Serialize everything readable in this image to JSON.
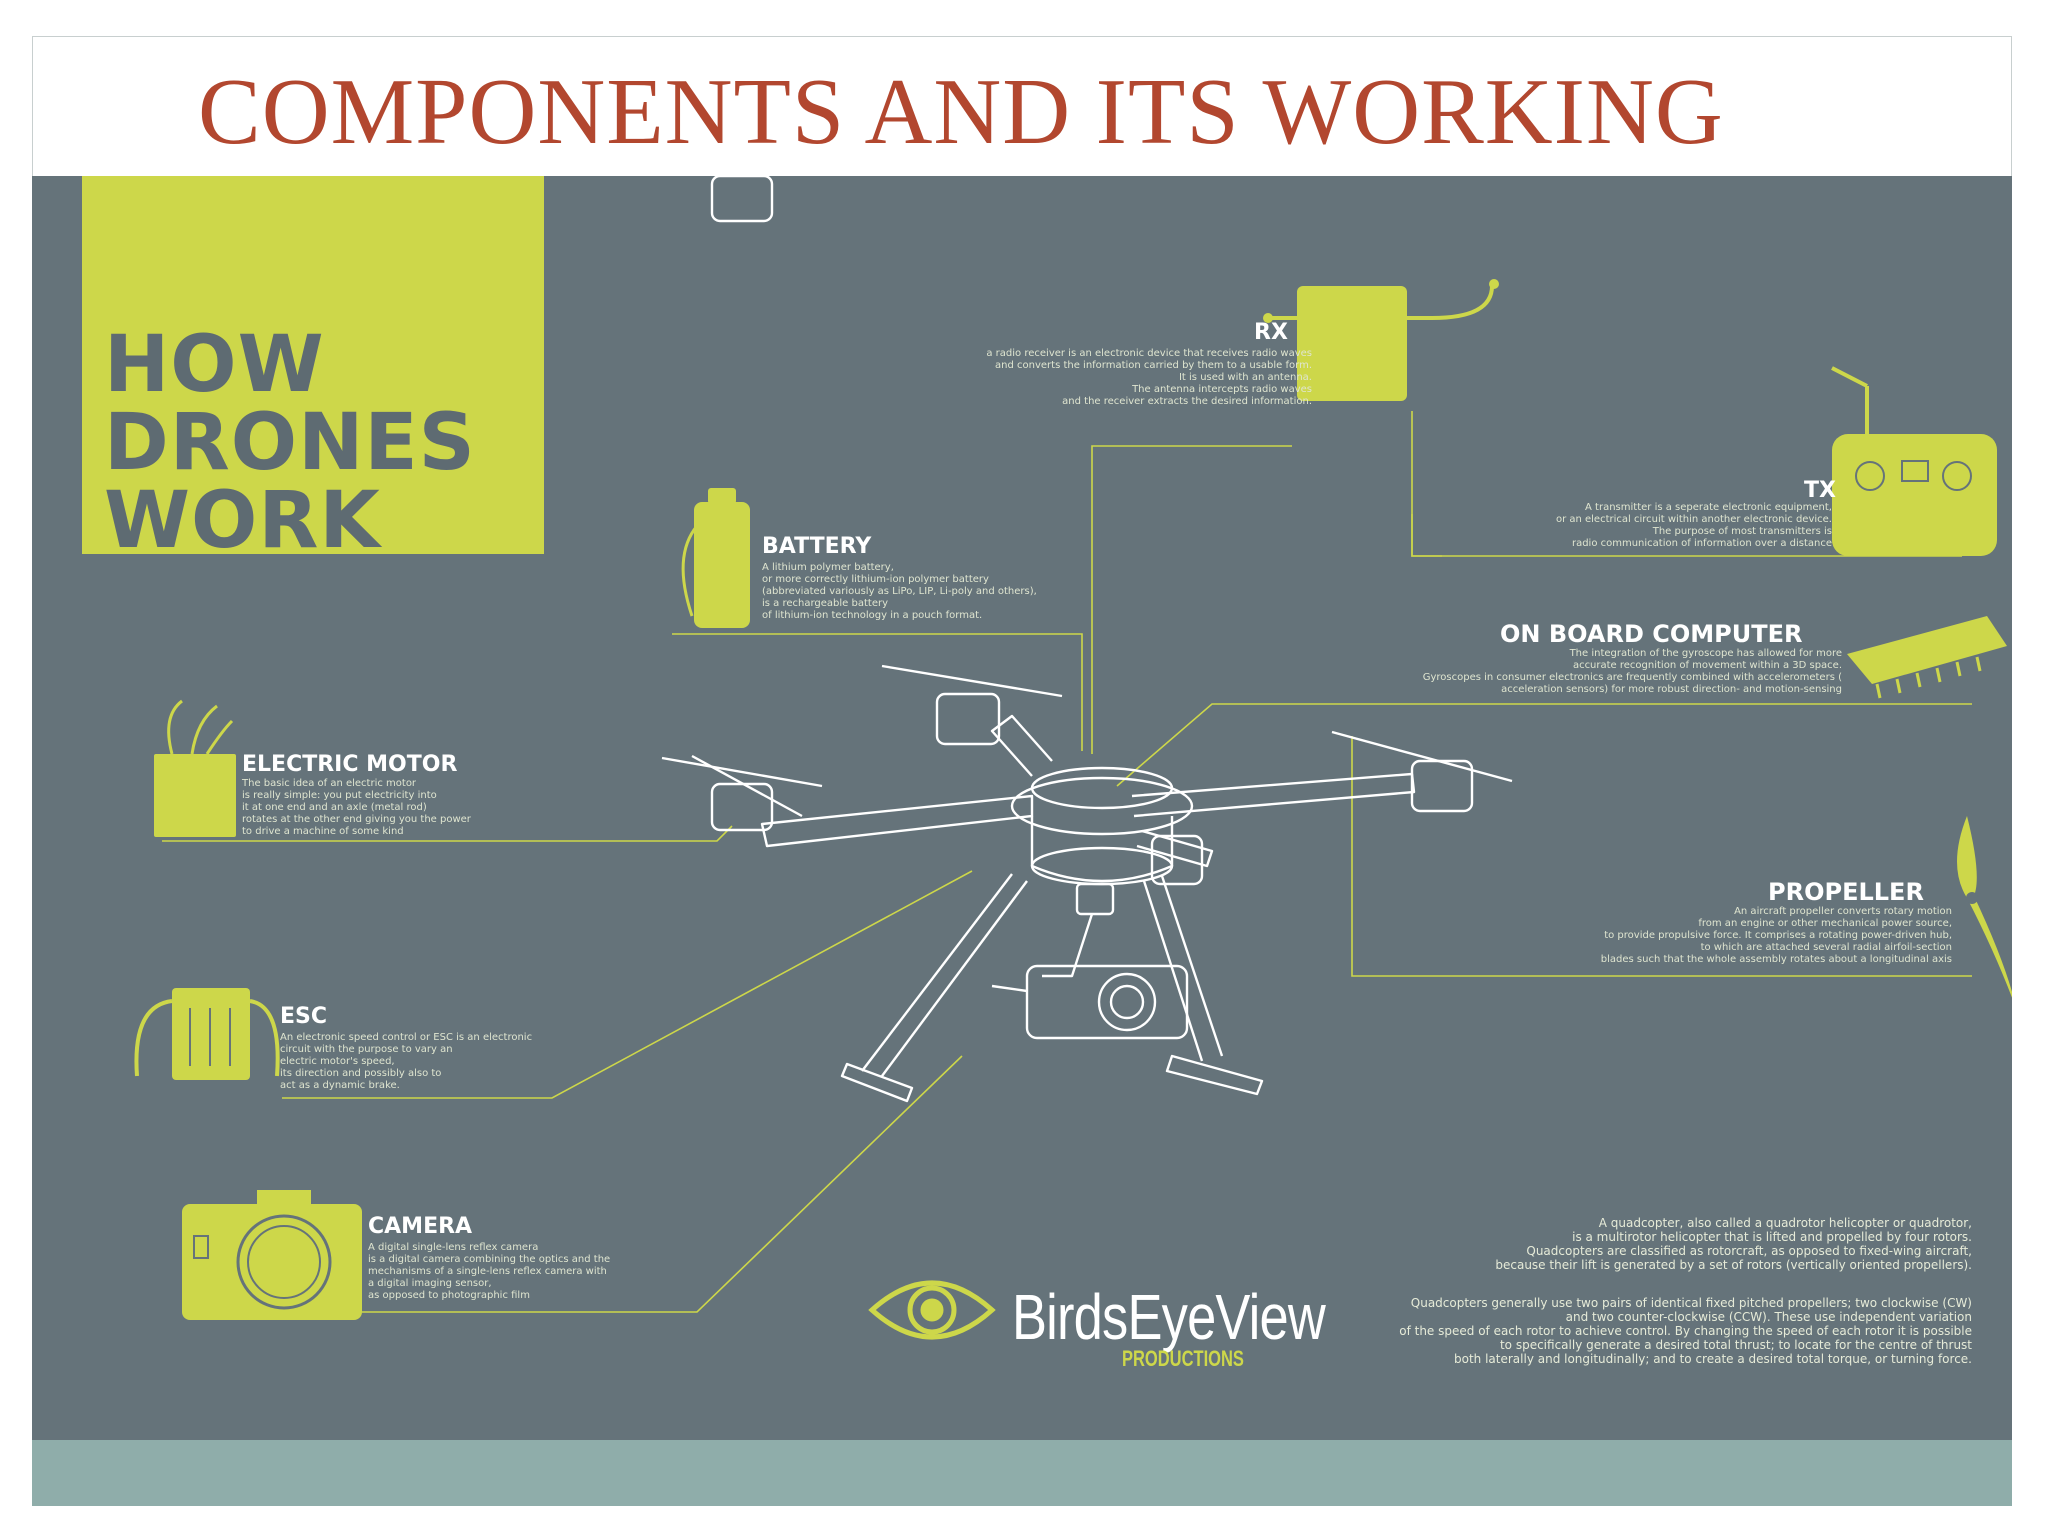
{
  "slide": {
    "title": "COMPONENTS AND ITS WORKING"
  },
  "infographic": {
    "heading": [
      "HOW",
      "DRONES",
      "WORK"
    ],
    "components": {
      "rx": {
        "label": "RX",
        "desc": "a radio receiver is an electronic device that receives radio waves\nand converts the information carried by them to a usable form.\nIt is used with an antenna.\nThe antenna intercepts radio waves\nand the receiver extracts the desired information."
      },
      "tx": {
        "label": "TX",
        "desc": "A transmitter is a seperate electronic equipment,\nor an electrical circuit within another electronic device.\nThe purpose of most transmitters is\nradio communication of information over a distance"
      },
      "battery": {
        "label": "BATTERY",
        "desc": "A lithium polymer battery,\nor more correctly lithium-ion polymer battery\n(abbreviated variously as LiPo, LIP, Li-poly and others),\nis a rechargeable battery\nof lithium-ion technology in a pouch format."
      },
      "computer": {
        "label": "ON BOARD COMPUTER",
        "desc": "The integration of the gyroscope has allowed for more\naccurate recognition of movement within a 3D space.\nGyroscopes in consumer electronics are frequently combined with accelerometers (\nacceleration sensors) for more robust direction- and motion-sensing"
      },
      "motor": {
        "label": "ELECTRIC MOTOR",
        "desc": "The basic idea of an electric motor\nis really simple: you put electricity into\nit at one end and an axle (metal rod)\nrotates at the other end giving you the power\nto drive a machine of some kind"
      },
      "propeller": {
        "label": "PROPELLER",
        "desc": "An aircraft propeller converts rotary motion\nfrom an engine or other mechanical power source,\nto provide propulsive force. It comprises a rotating power-driven hub,\nto which are attached several radial airfoil-section\nblades such that the whole assembly rotates about a longitudinal axis"
      },
      "esc": {
        "label": "ESC",
        "desc": "An electronic speed control or ESC is an electronic\ncircuit with the purpose to vary an\nelectric motor's speed,\nits direction and possibly also to\nact as a dynamic brake."
      },
      "camera": {
        "label": "CAMERA",
        "desc": "A digital single-lens reflex camera\nis a digital camera combining the optics and the\nmechanisms of a single-lens reflex camera with\na digital imaging sensor,\nas opposed to photographic film"
      }
    },
    "summary": [
      "A quadcopter, also called a quadrotor helicopter or quadrotor,\nis a multirotor helicopter that is lifted and propelled by four rotors.\nQuadcopters are classified as rotorcraft, as opposed to fixed-wing aircraft,\nbecause their lift is generated by a set of rotors (vertically oriented propellers).",
      "Quadcopters generally use two pairs of identical fixed pitched propellers; two clockwise (CW)\nand two counter-clockwise (CCW). These use independent variation\nof the speed of each rotor to achieve control. By changing the speed of each rotor it is possible\nto specifically generate a desired total thrust; to locate for the centre of thrust\nboth laterally and longitudinally; and to create a desired total torque, or turning force."
    ],
    "brand": {
      "name": "BirdsEyeView",
      "sub": "PRODUCTIONS"
    },
    "colors": {
      "panel": "#65737a",
      "accent": "#cdd74a",
      "title": "#b2472f",
      "line": "#ffffff"
    }
  }
}
